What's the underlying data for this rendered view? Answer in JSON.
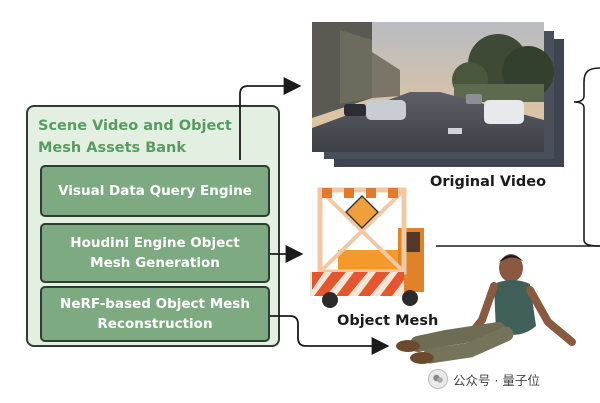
{
  "bank": {
    "title": "Scene Video and Object Mesh Assets Bank",
    "modules": [
      "Visual Data Query Engine",
      "Houdini Engine Object Mesh Generation",
      "NeRF-based Object Mesh Reconstruction"
    ]
  },
  "captions": {
    "video": "Original Video",
    "mesh": "Object Mesh"
  },
  "watermark": {
    "text": "公众号 · 量子位"
  },
  "colors": {
    "bank_fill": "#e2efe1",
    "bank_title": "#5a9a63",
    "module_fill": "#7daa80",
    "border": "#2f3d31"
  }
}
